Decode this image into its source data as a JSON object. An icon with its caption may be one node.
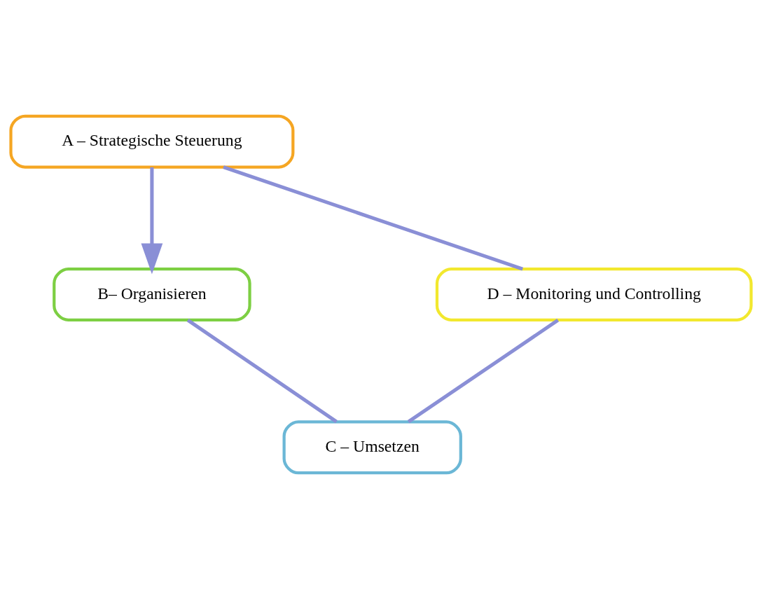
{
  "diagram": {
    "nodes": [
      {
        "text": [
          "A – Strategische Steuerung"
        ]
      },
      {
        "text": [
          "B– Organisieren"
        ]
      },
      {
        "text": [
          "C – Umsetzen"
        ]
      },
      {
        "text": [
          "D – Monitoring und Controlling"
        ]
      }
    ],
    "edges": [
      {
        "from": 0,
        "to": 1,
        "arrow": "to"
      },
      {
        "from": 1,
        "to": 2,
        "arrow": "none"
      },
      {
        "from": 2,
        "to": 3,
        "arrow": "none"
      },
      {
        "from": 3,
        "to": 0,
        "arrow": "none"
      }
    ]
  }
}
